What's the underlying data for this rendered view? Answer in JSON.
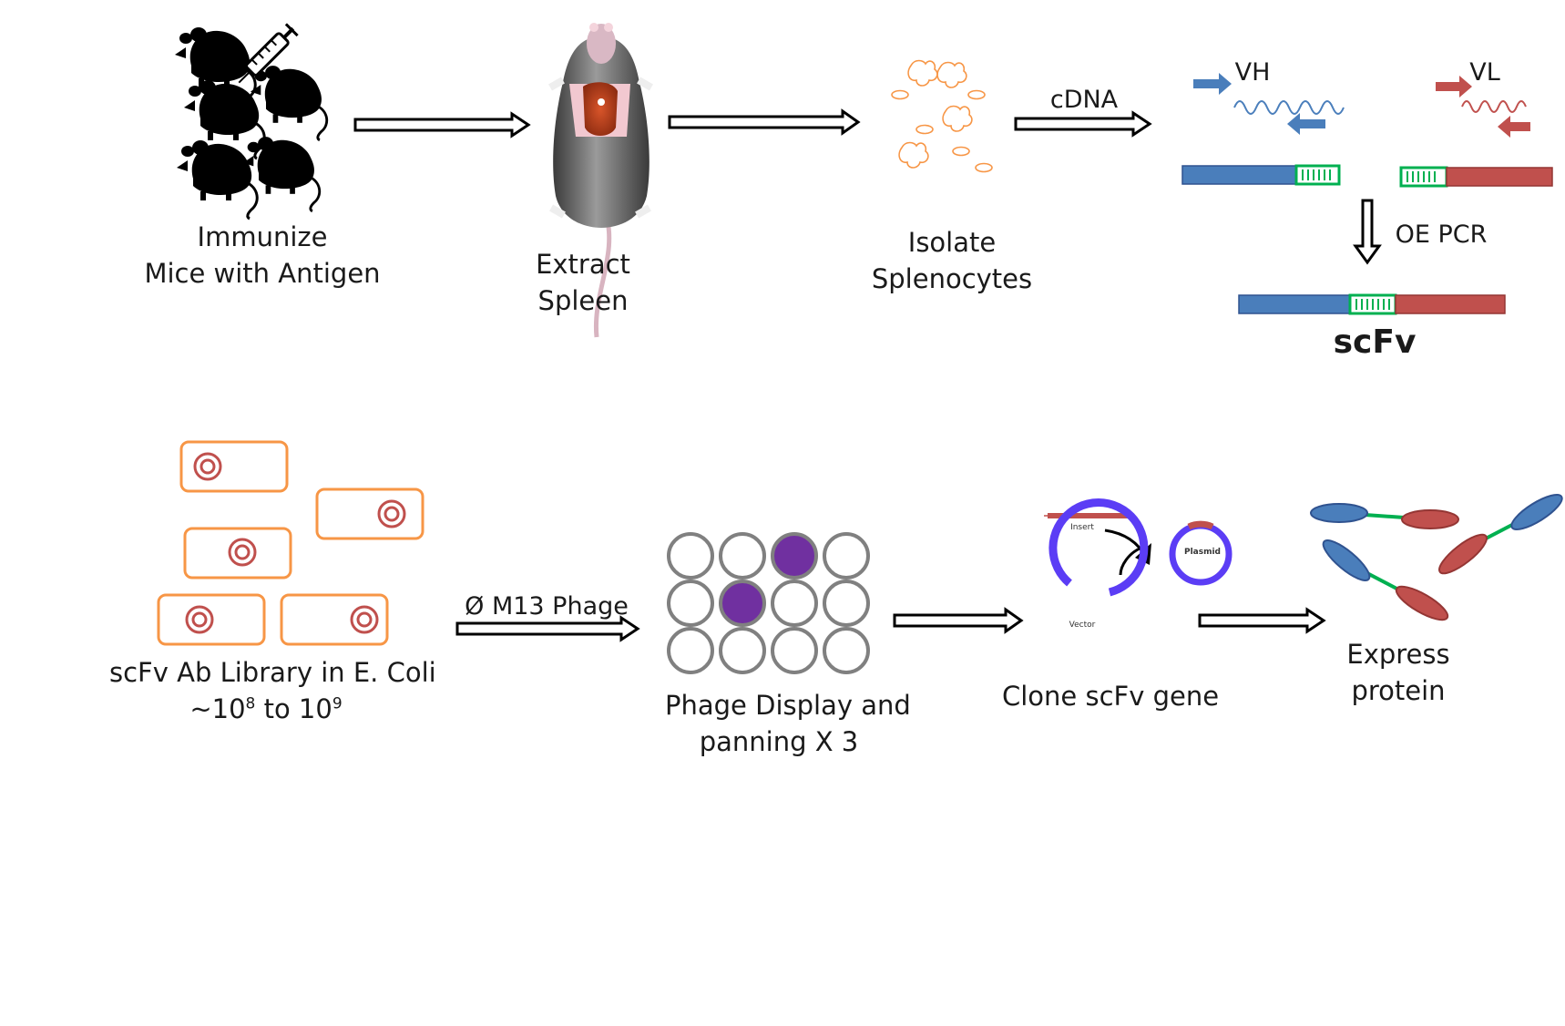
{
  "steps": {
    "immunize": {
      "line1": "Immunize",
      "line2": "Mice with Antigen"
    },
    "extract": {
      "line1": "Extract",
      "line2": "Spleen"
    },
    "isolate": {
      "line1": "Isolate",
      "line2": "Splenocytes"
    },
    "cdna": "cDNA",
    "vh": "VH",
    "vl": "VL",
    "oepcr": "OE PCR",
    "scfv": "scFv",
    "library": {
      "line1": "scFv Ab Library in E. Coli",
      "prefix": "~10",
      "exp1": "8",
      "mid": " to 10",
      "exp2": "9"
    },
    "phage": "Ø M13 Phage",
    "panning": {
      "line1": "Phage Display and",
      "line2": "panning X 3"
    },
    "clone": "Clone scFv gene",
    "express": {
      "line1": "Express",
      "line2": "protein"
    },
    "insert": "Insert",
    "plasmid": "Plasmid",
    "vector": "Vector"
  },
  "colors": {
    "vh_blue": "#4a7ebb",
    "vl_red": "#c0504d",
    "linker_green": "#00b050",
    "cell_orange": "#f79646",
    "well_purple": "#7030a0",
    "vector_blue": "#5b3df5"
  }
}
